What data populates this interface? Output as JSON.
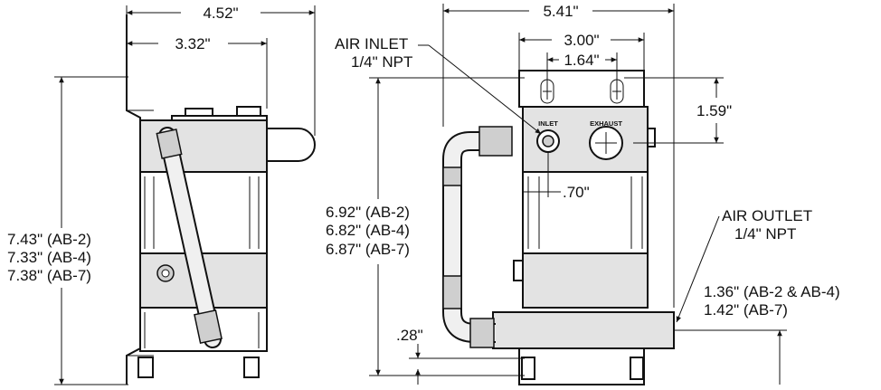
{
  "side_view": {
    "overall_width": "4.52\"",
    "bracket_width": "3.32\"",
    "height_lines": [
      "7.43\" (AB-2)",
      "7.33\" (AB-4)",
      "7.38\" (AB-7)"
    ]
  },
  "front_view": {
    "overall_width": "5.41\"",
    "bracket_width": "3.00\"",
    "slot_spacing": "1.64\"",
    "port_height": "1.59\"",
    "port_offset": ".70\"",
    "bottom_offset": ".28\"",
    "height_lines": [
      "6.92\" (AB-2)",
      "6.82\" (AB-4)",
      "6.87\" (AB-7)"
    ],
    "air_inlet": {
      "line1": "AIR INLET",
      "line2": "1/4\" NPT"
    },
    "air_outlet": {
      "line1": "AIR OUTLET",
      "line2": "1/4\" NPT"
    },
    "outlet_height_lines": [
      "1.36\" (AB-2 & AB-4)",
      "1.42\" (AB-7)"
    ],
    "inlet_label": "INLET",
    "exhaust_label": "EXHAUST"
  }
}
